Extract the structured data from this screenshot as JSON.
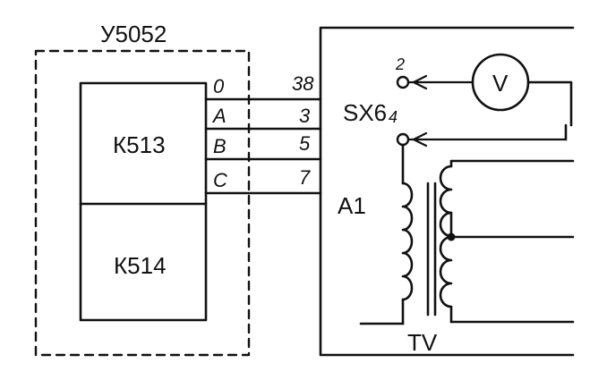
{
  "diagram": {
    "device_title": "У5052",
    "blocks": {
      "upper": "К513",
      "lower": "К514"
    },
    "phase_labels": [
      "0",
      "A",
      "B",
      "C"
    ],
    "terminal_numbers": [
      "38",
      "3",
      "5",
      "7"
    ],
    "connector_label": "SX6",
    "connector_pin": "4",
    "contact_label": "2",
    "meter_symbol": "V",
    "module_label": "A1",
    "transformer_label": "TV"
  }
}
